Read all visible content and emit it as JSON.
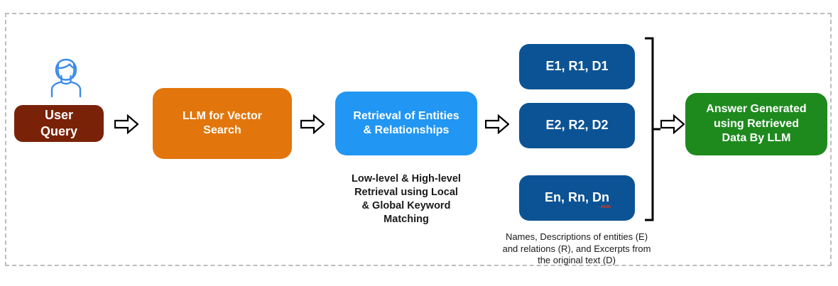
{
  "diagram": {
    "title": "LightRAG retrieval and answer generation pipeline",
    "frame": {
      "style": "dashed",
      "color": "#bdbdbd"
    },
    "colors": {
      "user_query": "#7A2208",
      "llm_vector": "#E2760C",
      "retrieval": "#2196F3",
      "erd": "#0B5394",
      "answer": "#1E8A1E",
      "avatar": "#3B8CEA",
      "arrow_outline": "#000000",
      "frame": "#bdbdbd",
      "caption_text": "#1a1a1a",
      "spellcheck_underline": "#c0392b"
    },
    "nodes": {
      "user_query": {
        "label": "User\nQuery",
        "line1": "User",
        "line2": "Query"
      },
      "llm_vector": {
        "label": "LLM for Vector Search",
        "line1": "LLM for Vector",
        "line2": "Search"
      },
      "retrieval": {
        "label": "Retrieval of Entities & Relationships",
        "line1": "Retrieval of Entities",
        "line2": "& Relationships"
      },
      "answer": {
        "label": "Answer Generated using Retrieved Data By LLM",
        "line1": "Answer Generated",
        "line2": "using Retrieved",
        "line3": "Data By LLM"
      }
    },
    "erd_items": [
      {
        "label": "E1, R1, D1",
        "prefix": "E1, R1, D1",
        "misspelled": ""
      },
      {
        "label": "E2, R2, D2",
        "prefix": "E2, R2, D2",
        "misspelled": ""
      },
      {
        "label": "En, Rn, Dn",
        "prefix": "En, Rn, ",
        "misspelled": "Dn"
      }
    ],
    "captions": {
      "retrieval": "Low-level & High-level Retrieval using Local & Global Keyword Matching",
      "retrieval_lines": [
        "Low-level & High-level",
        "Retrieval using Local",
        "& Global Keyword",
        "Matching"
      ],
      "erd": "Names, Descriptions of entities (E) and relations (R), and Excerpts from the original text (D)",
      "erd_lines": [
        "Names, Descriptions of entities (E)",
        "and relations (R), and Excerpts from",
        "the original text (D)"
      ]
    },
    "icons": {
      "avatar": "user-avatar-icon",
      "arrow": "block-arrow-right-icon",
      "bracket": "group-bracket-icon"
    },
    "flow_steps": [
      "User Query",
      "LLM for Vector Search",
      "Retrieval of Entities & Relationships",
      "E1, R1, D1 / E2, R2, D2 / En, Rn, Dn",
      "Answer Generated using Retrieved Data By LLM"
    ]
  }
}
